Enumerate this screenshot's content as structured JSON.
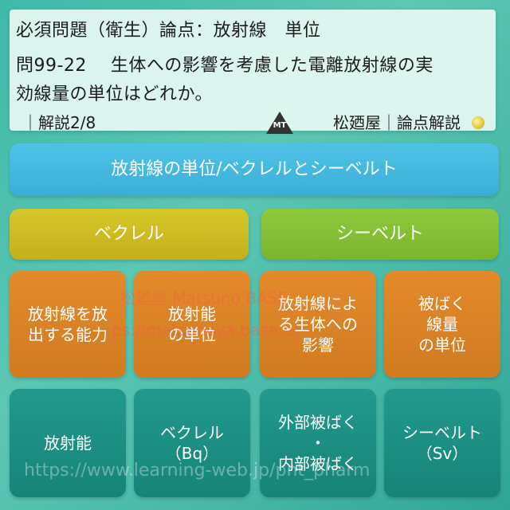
{
  "header": {
    "title": "必須問題（衛生）論点：放射線　単位",
    "question_line1": "問99-22　 生体への影響を考慮した電離放射線の実",
    "question_line2": "効線量の単位はどれか。",
    "explain_page": "｜解説2/8",
    "logo_text": "MT",
    "brand": "松廼屋｜論点解説"
  },
  "diagram": {
    "top": "放射線の単位/ベクレルとシーベルト",
    "categories": [
      "ベクレル",
      "シーベルト"
    ],
    "descriptions": [
      "放射線を放\n出する能力",
      "放射能\nの単位",
      "放射線によ\nる生体への\n影響",
      "被ばく\n線量\nの単位"
    ],
    "terms": [
      "放射能",
      "ベクレル\n（Bq）",
      "外部被ばく\n・\n内部被ばく",
      "シーベルト\n（Sv）"
    ]
  },
  "watermarks": {
    "line1": "松廼屋 Matsuno BASE",
    "line2": "ps://matsunoya.base.ec",
    "line3": "https://www.learning-web.jp/pnt_pharm"
  },
  "colors": {
    "background": "#49b8a8",
    "top_bar": "#3aaed8",
    "category_left": "#c3b01c",
    "category_right": "#7ab52e",
    "orange": "#d17a20",
    "teal": "#178478"
  }
}
